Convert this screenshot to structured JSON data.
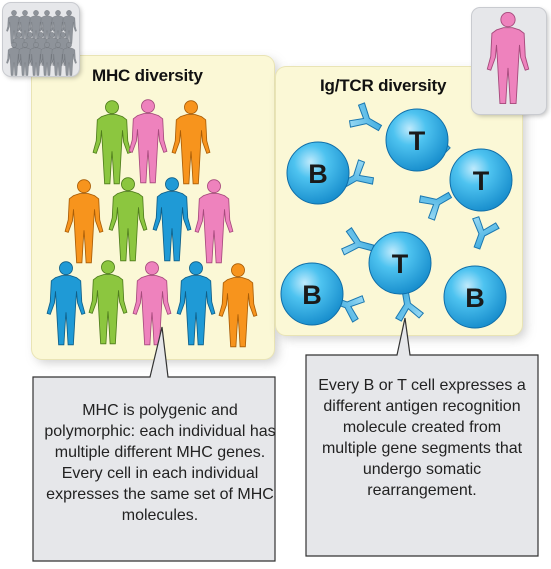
{
  "mhc_panel": {
    "title": "MHC diversity"
  },
  "ig_panel": {
    "title": "Ig/TCR diversity"
  },
  "cells": {
    "b_label": "B",
    "t_label": "T"
  },
  "callouts": {
    "mhc": "MHC is polygenic and polymorphic: each individual has multiple different MHC genes. Every cell in each individual expresses the same set of MHC molecules.",
    "ig": "Every B or T cell expresses a different antigen recognition molecule created from multiple gene segments that undergo somatic rearrangement."
  },
  "colors": {
    "panel": "#fbf8d6",
    "callout": "#e6e7ea",
    "green": "#8cc63f",
    "pink": "#ee82bd",
    "orange": "#f7941d",
    "blue": "#1f9ad6",
    "cell_blue": "#29abe2"
  }
}
